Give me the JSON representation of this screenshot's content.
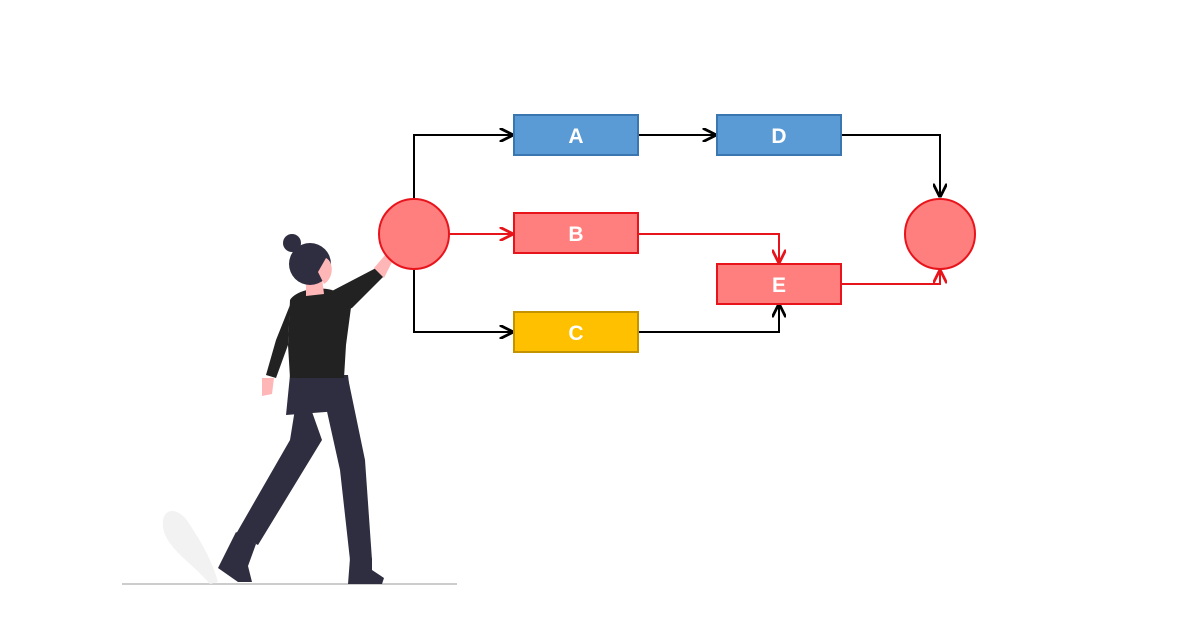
{
  "diagram": {
    "nodes": {
      "a": {
        "label": "A",
        "fill": "#5b9bd5",
        "stroke": "#3a76b0"
      },
      "b": {
        "label": "B",
        "fill": "#ff7f7f",
        "stroke": "#e8141c"
      },
      "c": {
        "label": "C",
        "fill": "#ffc000",
        "stroke": "#c49400"
      },
      "d": {
        "label": "D",
        "fill": "#5b9bd5",
        "stroke": "#3a76b0"
      },
      "e": {
        "label": "E",
        "fill": "#ff7f7f",
        "stroke": "#e8141c"
      }
    },
    "start_event": {
      "fill": "#ff7f7f",
      "stroke": "#e8141c"
    },
    "end_event": {
      "fill": "#ff7f7f",
      "stroke": "#e8141c"
    },
    "edges": [
      {
        "from": "start",
        "to": "A",
        "critical": false
      },
      {
        "from": "start",
        "to": "B",
        "critical": true
      },
      {
        "from": "start",
        "to": "C",
        "critical": false
      },
      {
        "from": "A",
        "to": "D",
        "critical": false
      },
      {
        "from": "B",
        "to": "E",
        "critical": true
      },
      {
        "from": "C",
        "to": "E",
        "critical": false
      },
      {
        "from": "D",
        "to": "end",
        "critical": false
      },
      {
        "from": "E",
        "to": "end",
        "critical": true
      }
    ],
    "colors": {
      "normal_edge": "#000000",
      "critical_edge": "#e8141c"
    }
  },
  "illustration": {
    "subject": "woman-pointing-at-diagram",
    "colors": {
      "hair": "#2f2e41",
      "skin": "#ffb6b6",
      "top": "#222222",
      "pants": "#2f2e41",
      "shoes": "#2f2e41",
      "ground": "#cccccc",
      "plant": "#f2f2f2"
    }
  }
}
